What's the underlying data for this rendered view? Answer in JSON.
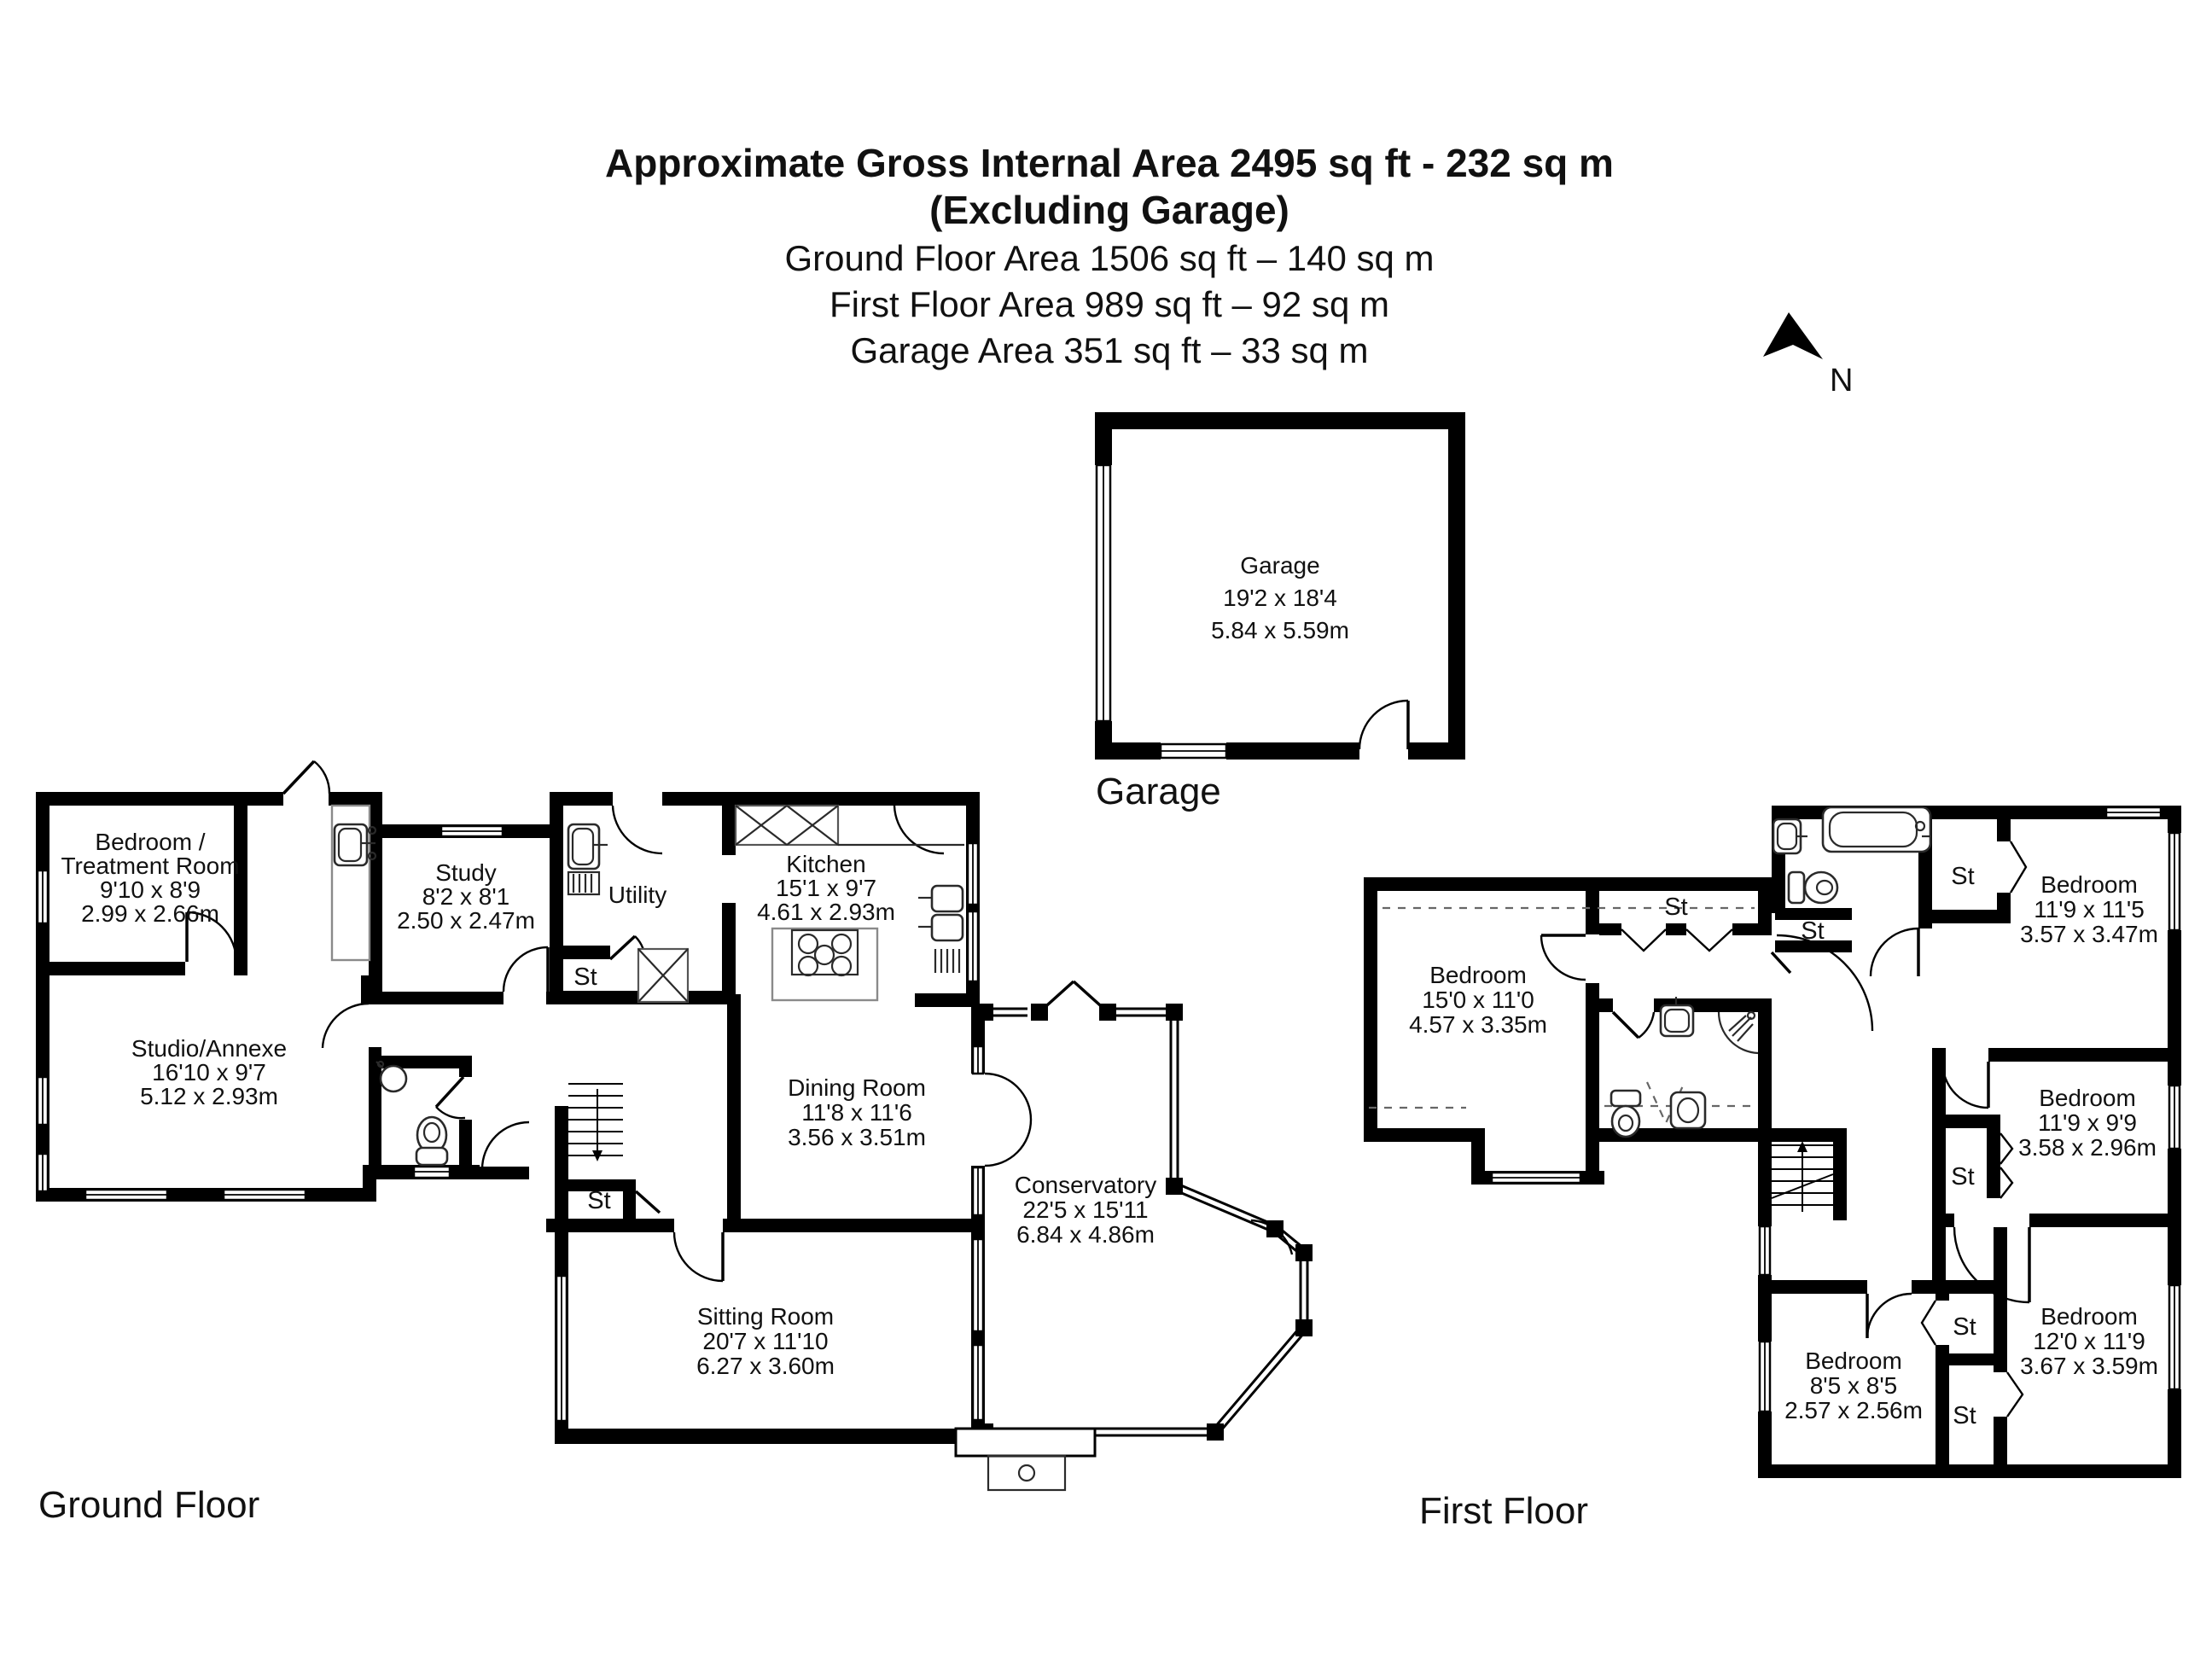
{
  "title": {
    "line1": "Approximate Gross Internal Area 2495 sq ft - 232 sq m",
    "line2": "(Excluding Garage)",
    "line3": "Ground Floor Area 1506 sq ft – 140 sq m",
    "line4": "First Floor Area 989 sq ft – 92 sq m",
    "line5": "Garage Area 351 sq ft – 33 sq m"
  },
  "compass": {
    "north_label": "N"
  },
  "captions": {
    "garage": "Garage",
    "ground_floor": "Ground Floor",
    "first_floor": "First Floor"
  },
  "labels": {
    "storage": "St"
  },
  "rooms": {
    "garage": {
      "name": "Garage",
      "size_ft": "19'2 x 18'4",
      "size_m": "5.84 x 5.59m"
    },
    "bedroom_treatment": {
      "name1": "Bedroom /",
      "name2": "Treatment Room",
      "size_ft": "9'10 x 8'9",
      "size_m": "2.99 x 2.66m"
    },
    "studio": {
      "name": "Studio/Annexe",
      "size_ft": "16'10 x 9'7",
      "size_m": "5.12 x 2.93m"
    },
    "study": {
      "name": "Study",
      "size_ft": "8'2 x 8'1",
      "size_m": "2.50 x 2.47m"
    },
    "utility": {
      "name": "Utility"
    },
    "kitchen": {
      "name": "Kitchen",
      "size_ft": "15'1 x 9'7",
      "size_m": "4.61 x 2.93m"
    },
    "dining": {
      "name": "Dining Room",
      "size_ft": "11'8 x 11'6",
      "size_m": "3.56 x 3.51m"
    },
    "conservatory": {
      "name": "Conservatory",
      "size_ft": "22'5 x 15'11",
      "size_m": "6.84 x 4.86m"
    },
    "sitting": {
      "name": "Sitting Room",
      "size_ft": "20'7 x 11'10",
      "size_m": "6.27 x 3.60m"
    },
    "bed_master": {
      "name": "Bedroom",
      "size_ft": "15'0 x 11'0",
      "size_m": "4.57 x 3.35m"
    },
    "bed2": {
      "name": "Bedroom",
      "size_ft": "11'9 x 11'5",
      "size_m": "3.57 x 3.47m"
    },
    "bed3": {
      "name": "Bedroom",
      "size_ft": "11'9 x 9'9",
      "size_m": "3.58 x 2.96m"
    },
    "bed4": {
      "name": "Bedroom",
      "size_ft": "12'0 x 11'9",
      "size_m": "3.67 x 3.59m"
    },
    "bed5": {
      "name": "Bedroom",
      "size_ft": "8'5 x 8'5",
      "size_m": "2.57 x 2.56m"
    }
  }
}
